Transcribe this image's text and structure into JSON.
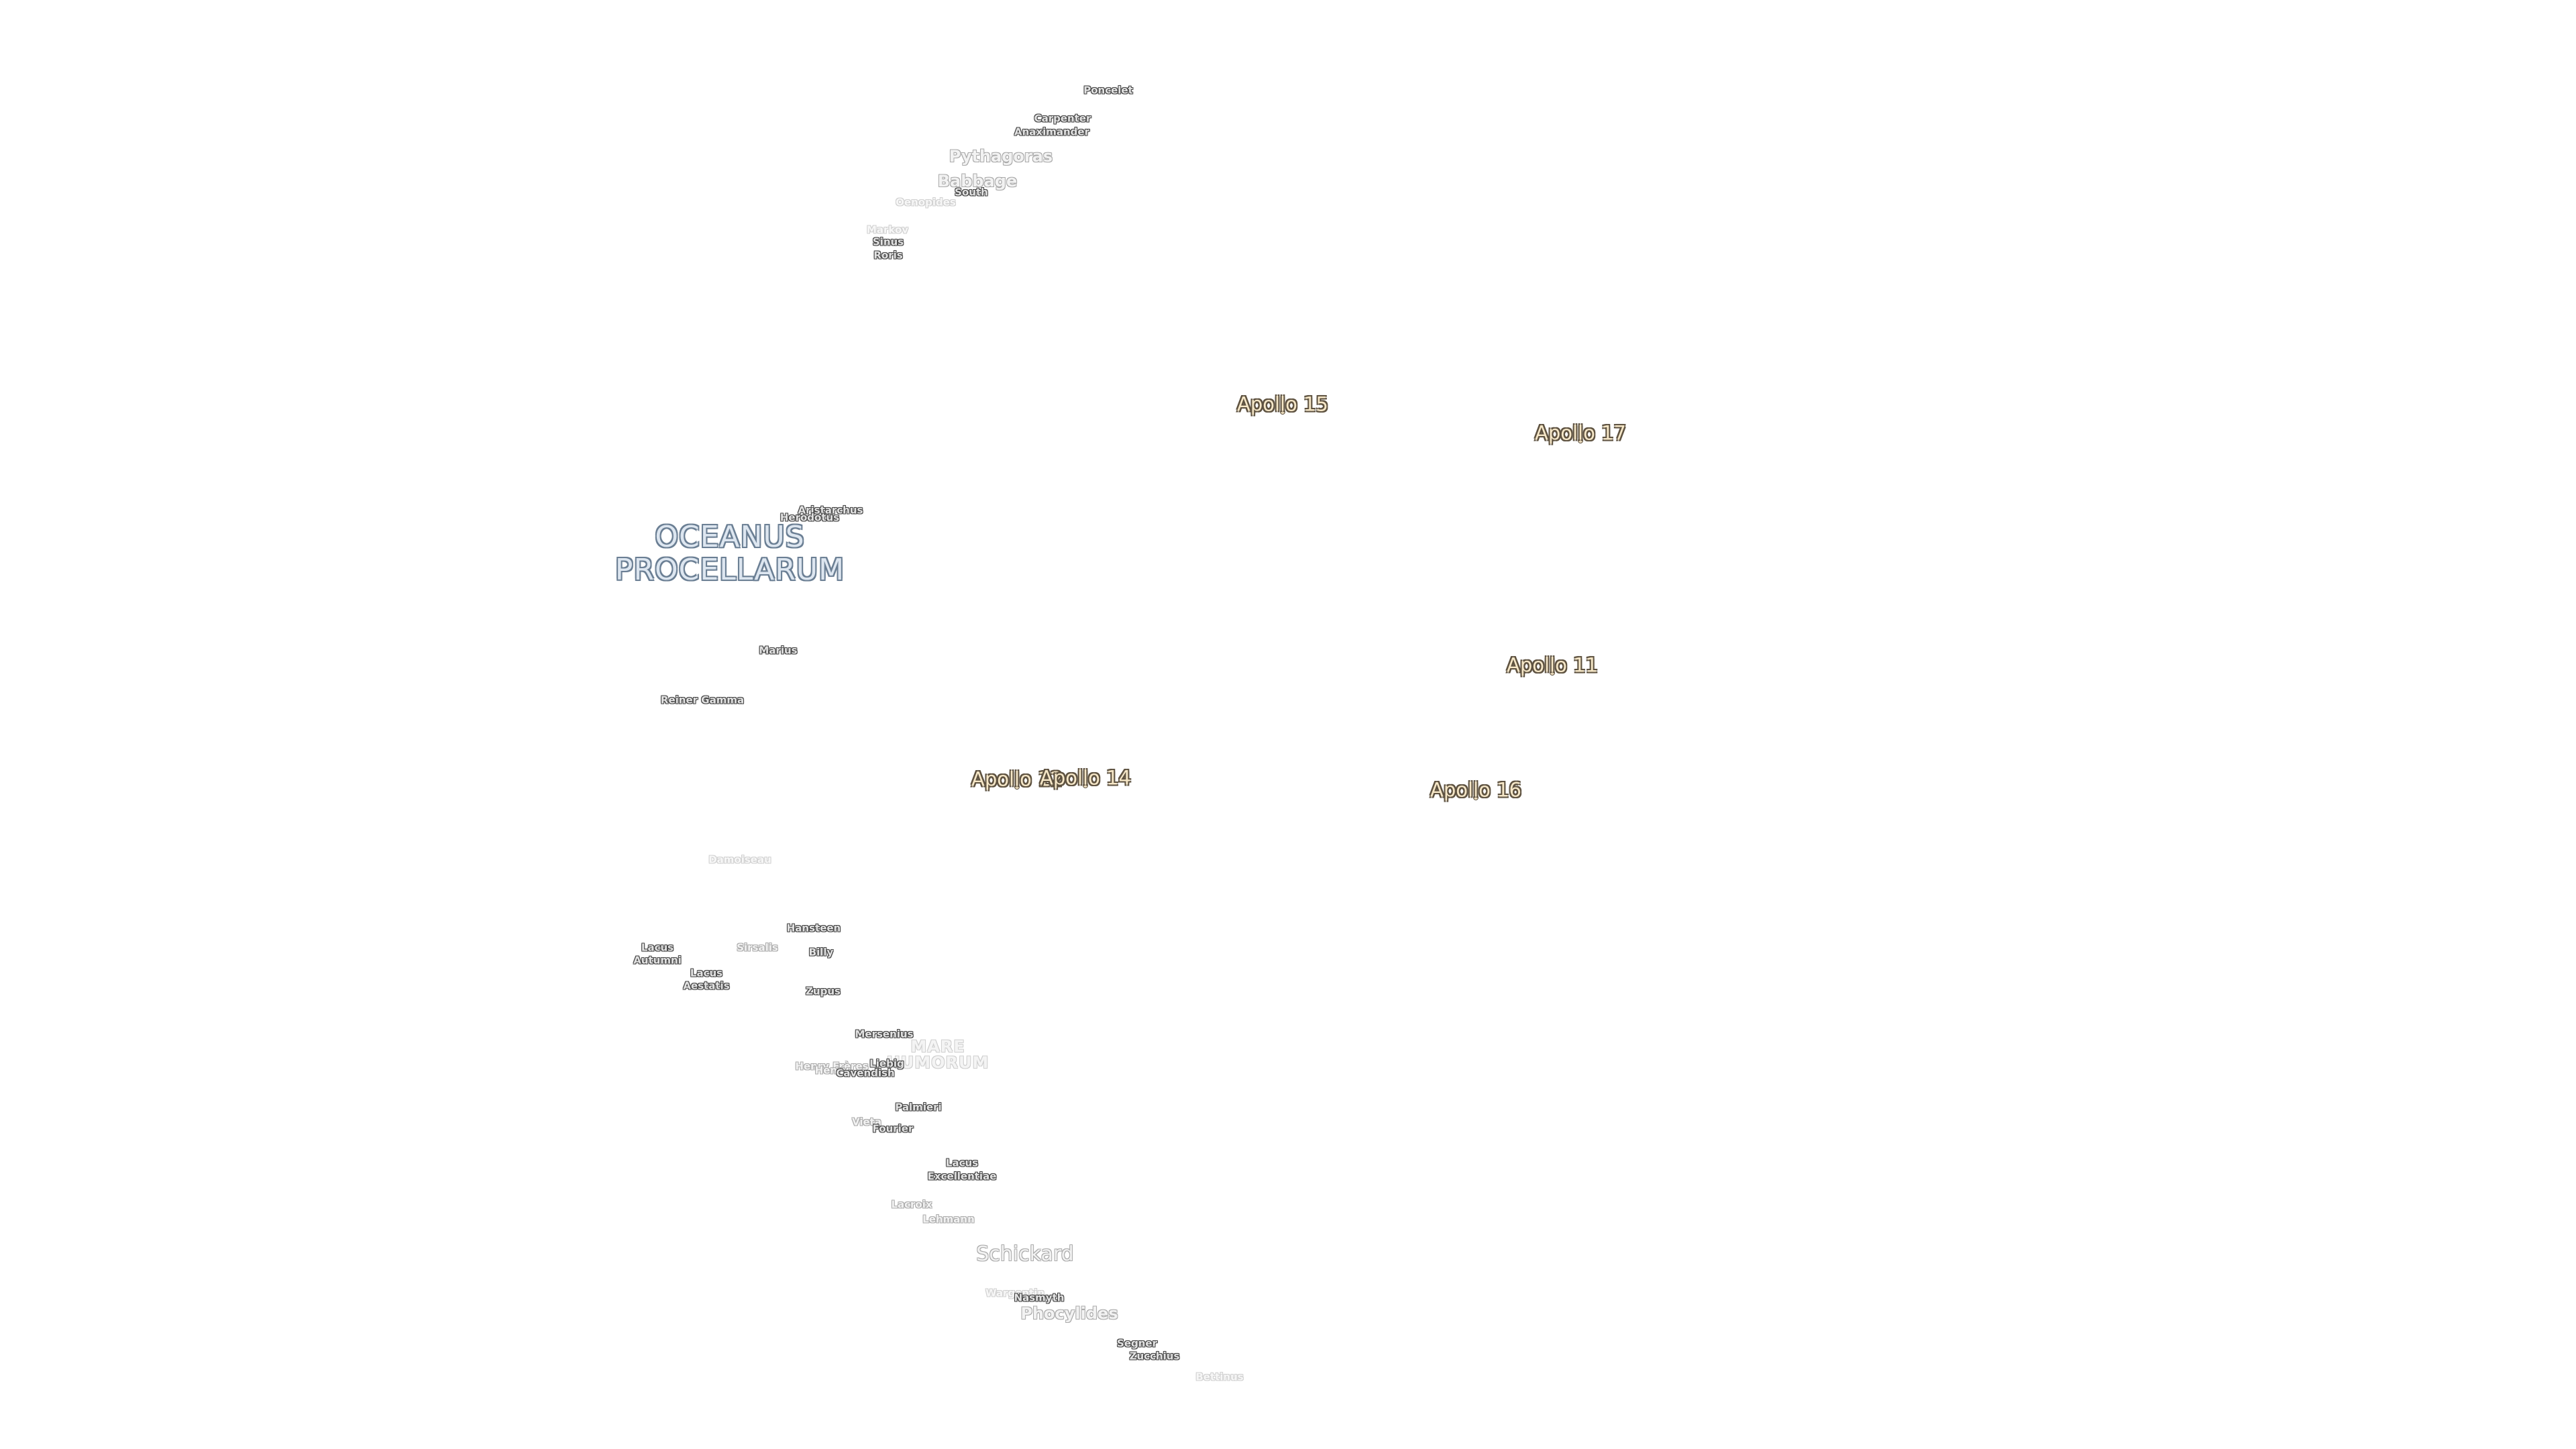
{
  "map": {
    "oceanus": {
      "line1": "OCEANUS",
      "line2": "PROCELLARUM"
    },
    "mare_humorum": {
      "line1": "MARE",
      "line2": "HUMORUM"
    },
    "apollo": {
      "a15": "Apollo 15",
      "a17": "Apollo 17",
      "a11": "Apollo 11",
      "a16": "Apollo 16",
      "a12": "Apollo 12",
      "a14": "Apollo 14"
    },
    "craters": {
      "poncelet": "Poncelet",
      "carpenter": "Carpenter",
      "anaximander": "Anaximander",
      "pythagoras": "Pythagoras",
      "babbage": "Babbage",
      "south": "South",
      "oenopides": "Oenopides",
      "markov": "Markov",
      "sinus": "Sinus",
      "roris": "Roris",
      "aristarchus": "Aristarchus",
      "herodotus": "Herodotus",
      "marius": "Marius",
      "reiner_gamma": "Reiner Gamma",
      "damoiseau": "Damoiseau",
      "hansteen": "Hansteen",
      "lacus_autumni_1": "Lacus",
      "lacus_autumni_2": "Autumni",
      "sirsalis": "Sirsalis",
      "billy": "Billy",
      "lacus_aestatis_1": "Lacus",
      "lacus_aestatis_2": "Aestatis",
      "zupus": "Zupus",
      "mersenius": "Mersenius",
      "henry_freres": "Henry Frères",
      "henry": "Henry",
      "liebig": "Liebig",
      "cavendish": "Cavendish",
      "palmieri": "Palmieri",
      "vieta": "Vieta",
      "fourier": "Fourier",
      "lacus_excellentiae_1": "Lacus",
      "lacus_excellentiae_2": "Excellentiae",
      "lacroix": "Lacroix",
      "lehmann": "Lehmann",
      "schickard": "Schickard",
      "wargentin": "Wargentin",
      "nasmyth": "Nasmyth",
      "phocylides": "Phocylides",
      "segner": "Segner",
      "zucchius": "Zucchius",
      "bettinus": "Bettinus"
    }
  }
}
